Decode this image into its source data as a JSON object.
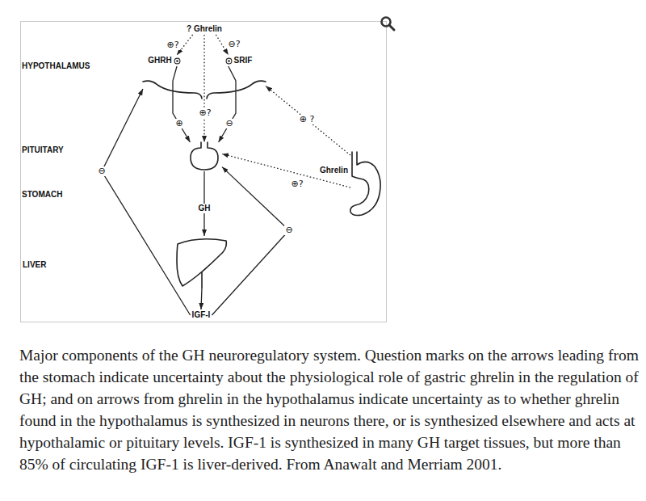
{
  "diagram": {
    "caption": "Major components of the GH neuroregulatory system. Question marks on the arrows leading from the stomach indicate uncertainty about the physiological role of gastric ghrelin in the regulation of GH; and on arrows from ghrelin in the hypothalamus indicate uncertainty as to whether ghrelin found in the hypothalamus is synthesized in neurons there, or is synthesized elsewhere and acts at hypothalamic or pituitary levels. IGF-1 is synthesized in many GH target tissues, but more than 85% of circulating IGF-1 is liver-derived. From Anawalt and Merriam 2001.",
    "nodes": [
      {
        "text": [
          "? Ghrelin"
        ]
      },
      {
        "text": [
          "GHRH"
        ]
      },
      {
        "text": [
          "SRIF"
        ]
      },
      {
        "text": [
          "HYPOTHALAMUS"
        ]
      },
      {
        "text": [
          "PITUITARY"
        ]
      },
      {
        "text": [
          "STOMACH",
          "Ghrelin"
        ]
      },
      {
        "text": [
          "LIVER"
        ]
      },
      {
        "text": [
          "IGF-I"
        ]
      }
    ],
    "edges": [
      {
        "from": 0,
        "to": 1,
        "label": "⊕?",
        "arrow": "to"
      },
      {
        "from": 0,
        "to": 2,
        "label": "⊖?",
        "arrow": "to"
      },
      {
        "from": 0,
        "to": 4,
        "label": "⊕?",
        "arrow": "to"
      },
      {
        "from": 1,
        "to": 4,
        "label": "⊕",
        "arrow": "to"
      },
      {
        "from": 2,
        "to": 4,
        "label": "⊖",
        "arrow": "to"
      },
      {
        "from": 5,
        "to": 3,
        "label": "⊕ ?",
        "arrow": "to"
      },
      {
        "from": 5,
        "to": 4,
        "label": "⊕?",
        "arrow": "to"
      },
      {
        "from": 4,
        "to": 6,
        "label": "GH",
        "arrow": "to"
      },
      {
        "from": 6,
        "to": 7,
        "arrow": "to"
      },
      {
        "from": 7,
        "to": 3,
        "label": "⊖",
        "arrow": "to"
      },
      {
        "from": 7,
        "to": 4,
        "label": "⊖",
        "arrow": "to"
      }
    ]
  }
}
